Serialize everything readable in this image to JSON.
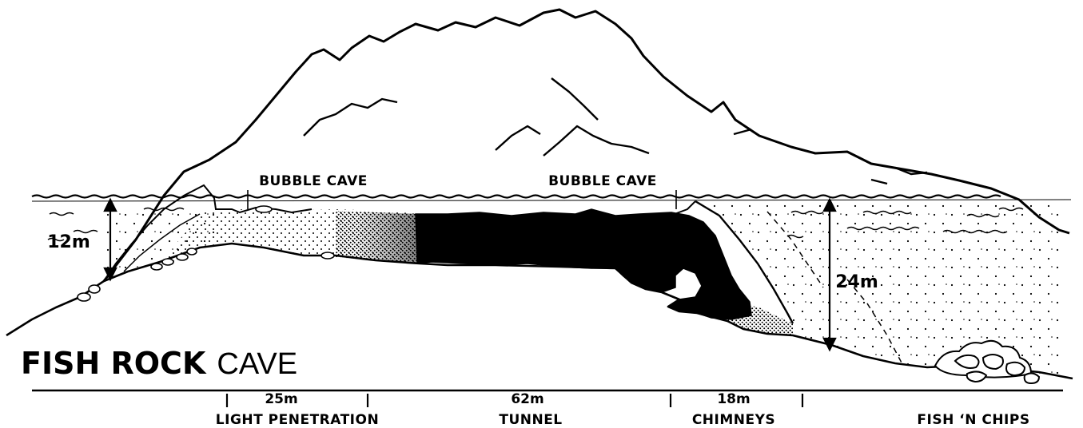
{
  "title": {
    "bold": "FISH ROCK",
    "light": "CAVE"
  },
  "cave_labels": {
    "left": "BUBBLE CAVE",
    "right": "BUBBLE CAVE"
  },
  "depths": {
    "left": "12m",
    "right": "24m"
  },
  "sections": [
    {
      "distance": "25m",
      "name": "LIGHT PENETRATION"
    },
    {
      "distance": "62m",
      "name": "TUNNEL"
    },
    {
      "distance": "18m",
      "name": "CHIMNEYS"
    },
    {
      "distance": "",
      "name": "FISH ‘N CHIPS"
    }
  ],
  "colors": {
    "ink": "#000000",
    "paper": "#ffffff"
  }
}
